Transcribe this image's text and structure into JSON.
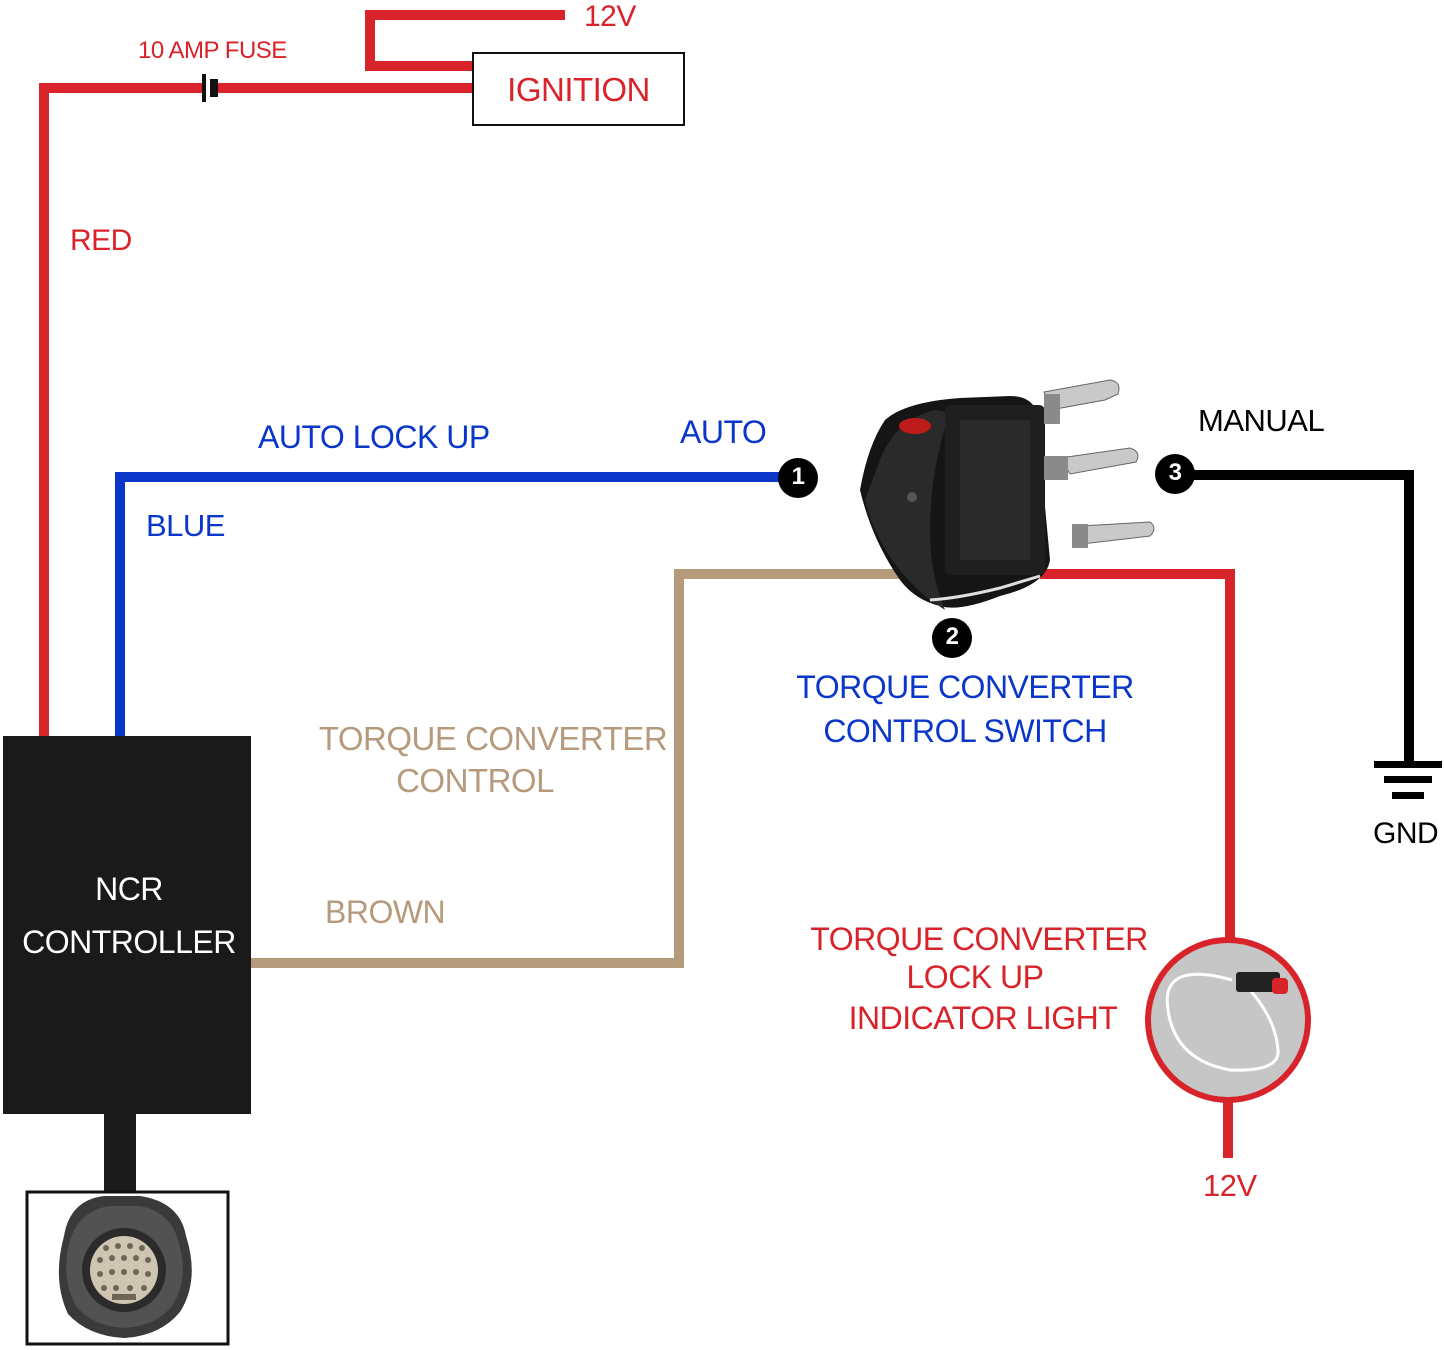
{
  "labels": {
    "power_12v_top": "12V",
    "fuse": "10 AMP FUSE",
    "ignition": "IGNITION",
    "red_wire": "RED",
    "auto_lock_up": "AUTO LOCK UP",
    "auto": "AUTO",
    "blue_wire": "BLUE",
    "manual": "MANUAL",
    "switch_title_line1": "TORQUE CONVERTER",
    "switch_title_line2": "CONTROL SWITCH",
    "tcc_line1": "TORQUE CONVERTER",
    "tcc_line2": "CONTROL",
    "brown_wire": "BROWN",
    "gnd": "GND",
    "controller_line1": "NCR",
    "controller_line2": "CONTROLLER",
    "indicator_line1": "TORQUE CONVERTER",
    "indicator_line2": "LOCK UP",
    "indicator_line3": "INDICATOR LIGHT",
    "power_12v_bottom": "12V"
  },
  "terminals": {
    "t1": "1",
    "t2": "2",
    "t3": "3"
  },
  "colors": {
    "red_wire": "#d8232a",
    "blue_wire": "#0a37c9",
    "brown_wire": "#b59a7c",
    "black_wire": "#000000",
    "controller": "#1a1a1a"
  }
}
